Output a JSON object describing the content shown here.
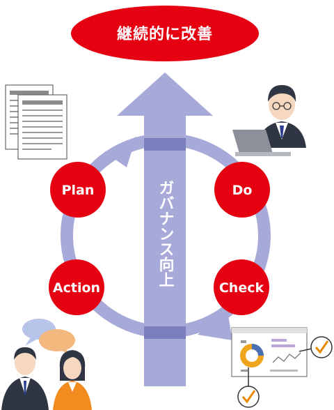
{
  "goal": {
    "label": "継続的に改善"
  },
  "central_arrow": {
    "label": "ガバナンス向上"
  },
  "cycle": [
    {
      "id": "plan",
      "label": "Plan"
    },
    {
      "id": "do",
      "label": "Do"
    },
    {
      "id": "check",
      "label": "Check"
    },
    {
      "id": "action",
      "label": "Action"
    }
  ],
  "colors": {
    "accent_red": "#e50012",
    "arrow_lavender": "#a7a9d8",
    "arrow_band": "#7c7fbd",
    "check_orange": "#e88a00"
  },
  "illustrations": [
    {
      "id": "documents",
      "icon": "documents-icon"
    },
    {
      "id": "worker",
      "icon": "person-at-laptop-icon"
    },
    {
      "id": "dashboard",
      "icon": "dashboard-report-icon"
    },
    {
      "id": "discussion",
      "icon": "two-people-talking-icon"
    }
  ]
}
